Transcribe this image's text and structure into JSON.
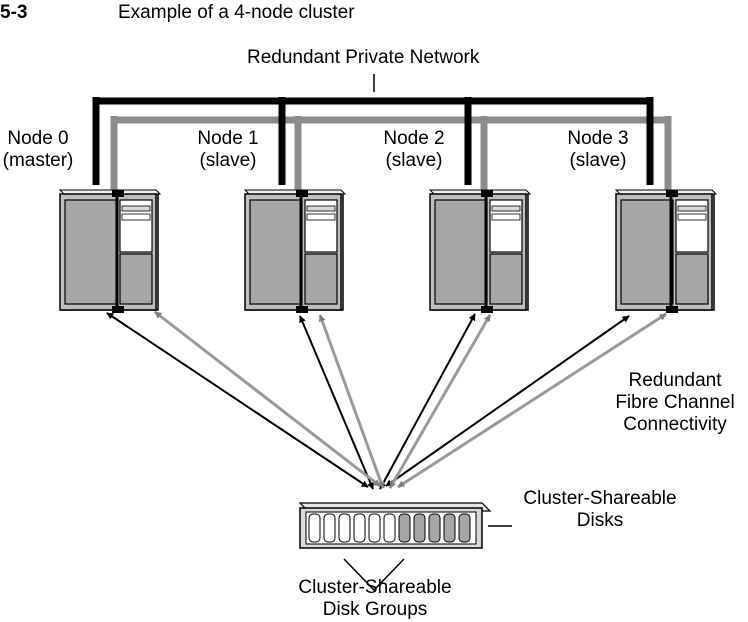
{
  "figure": {
    "number": "5-3",
    "title": "Example of a 4-node cluster"
  },
  "labels": {
    "private_network": "Redundant Private Network",
    "fibre_channel": [
      "Redundant",
      "Fibre Channel",
      "Connectivity"
    ],
    "shareable_disks": [
      "Cluster-Shareable",
      "Disks"
    ],
    "disk_groups": [
      "Cluster-Shareable",
      "Disk Groups"
    ]
  },
  "nodes": [
    {
      "name": "Node 0",
      "role": "(master)"
    },
    {
      "name": "Node 1",
      "role": "(slave)"
    },
    {
      "name": "Node 2",
      "role": "(slave)"
    },
    {
      "name": "Node 3",
      "role": "(slave)"
    }
  ]
}
